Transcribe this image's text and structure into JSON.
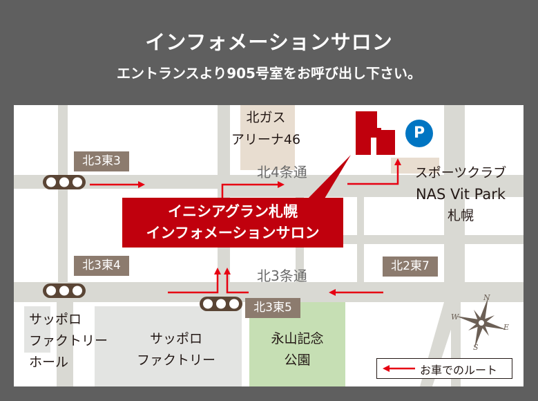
{
  "header": {
    "title": "インフォメーションサロン",
    "subtitle": "エントランスより905号室をお呼び出し下さい。"
  },
  "map": {
    "callout": {
      "line1": "イニシアグラン札幌",
      "line2": "インフォメーションサロン"
    },
    "landmarks": {
      "kitagas_1": "北ガス",
      "kitagas_2": "アリーナ46",
      "sports_1": "スポーツクラブ",
      "sports_2": "NAS Vit Park",
      "sports_3": "札幌",
      "hall_1": "サッポロ",
      "hall_2": "ファクトリー",
      "hall_3": "ホール",
      "factory_1": "サッポロ",
      "factory_2": "ファクトリー",
      "park_1": "永山記念",
      "park_2": "公園"
    },
    "streets": {
      "n4": "北4条通",
      "n3": "北3条通"
    },
    "intersections": [
      "北3東3",
      "北3東4",
      "北3東5",
      "北2東7"
    ],
    "parking": "P",
    "compass": {
      "n": "N",
      "e": "E",
      "s": "S",
      "w": "W"
    },
    "legend": "お車でのルート",
    "colors": {
      "route": "#e60012",
      "building": "#c0000d",
      "parking": "#0075c2",
      "tag": "#8c7b6e",
      "park": "#c6dfb4"
    }
  }
}
